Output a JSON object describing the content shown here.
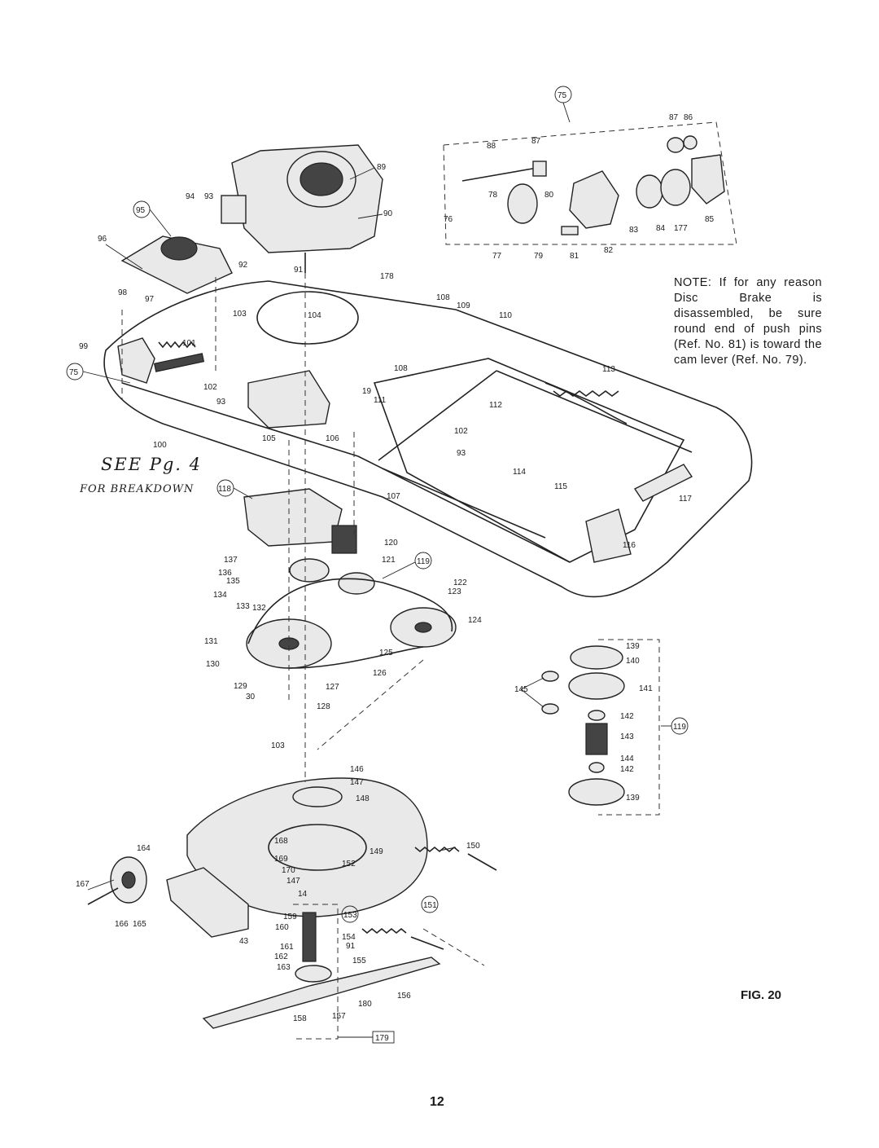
{
  "note_text": "NOTE: If for any reason Disc Brake is disassembled, be sure round end of push pins (Ref. No. 81) is toward the cam lever (Ref. No. 79).",
  "figure_label": "FIG. 20",
  "page_number": "12",
  "handwritten": {
    "line1": "SEE Pg. 4",
    "line2": "FOR BREAKDOWN"
  },
  "callouts": {
    "circled": [
      "75",
      "95",
      "75",
      "118",
      "119",
      "119",
      "151",
      "153"
    ],
    "boxed": [
      "179"
    ],
    "plain": [
      "86",
      "87",
      "88",
      "87",
      "89",
      "94",
      "93",
      "96",
      "78",
      "80",
      "76",
      "83",
      "84",
      "177",
      "85",
      "77",
      "79",
      "81",
      "82",
      "92",
      "91",
      "90",
      "178",
      "98",
      "97",
      "108",
      "109",
      "103",
      "104",
      "110",
      "99",
      "101",
      "102",
      "93",
      "108",
      "19",
      "111",
      "113",
      "105",
      "106",
      "100",
      "112",
      "102",
      "93",
      "114",
      "115",
      "117",
      "107",
      "116",
      "120",
      "121",
      "137",
      "136",
      "135",
      "134",
      "133",
      "132",
      "122",
      "123",
      "124",
      "131",
      "130",
      "129",
      "30",
      "125",
      "126",
      "127",
      "128",
      "139",
      "140",
      "145",
      "141",
      "142",
      "143",
      "144",
      "142",
      "139",
      "103",
      "146",
      "147",
      "148",
      "164",
      "168",
      "169",
      "170",
      "147",
      "14",
      "150",
      "152",
      "149",
      "167",
      "166",
      "165",
      "159",
      "160",
      "154",
      "43",
      "161",
      "91",
      "162",
      "155",
      "163",
      "156",
      "180",
      "158",
      "157"
    ]
  },
  "colors": {
    "ink": "#1a1a1a",
    "paper": "#ffffff",
    "shade": "#e9e9e9"
  }
}
